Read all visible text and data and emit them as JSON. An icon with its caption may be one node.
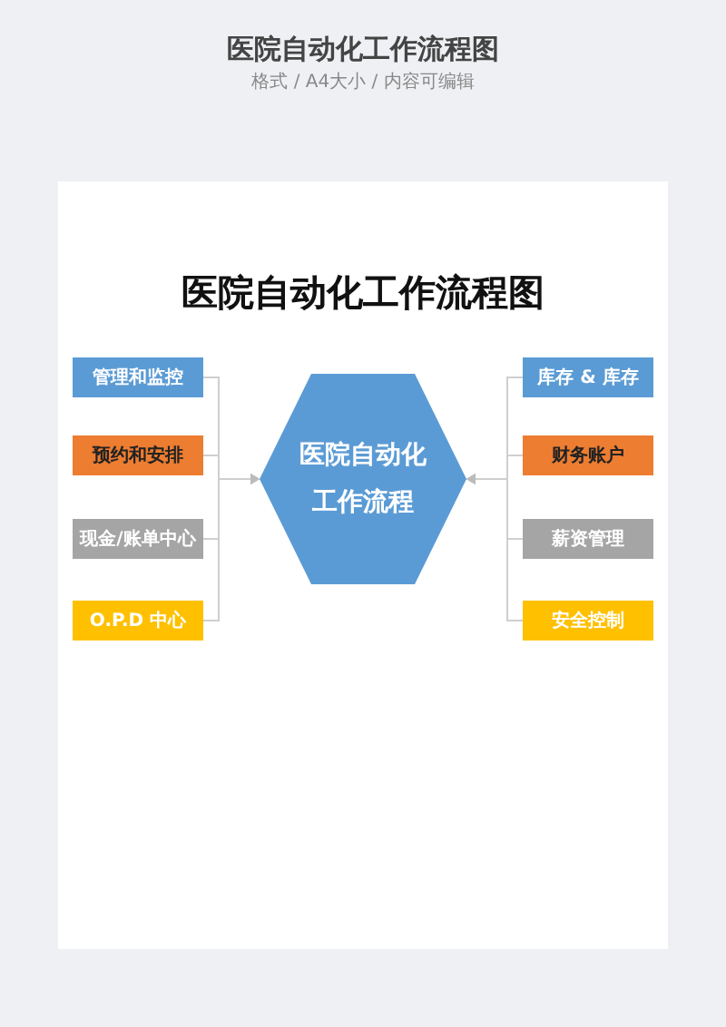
{
  "diagram": {
    "title": "医院自动化工作流程图",
    "nodes": [
      {
        "text": [
          "医院自动化工作流程"
        ]
      },
      {
        "text": [
          "管理和监控"
        ]
      },
      {
        "text": [
          "预约和安排"
        ]
      },
      {
        "text": [
          "现金/账单中心"
        ]
      },
      {
        "text": [
          "O.P.D 中心"
        ]
      },
      {
        "text": [
          "库存 & 库存"
        ]
      },
      {
        "text": [
          "财务账户"
        ]
      },
      {
        "text": [
          "薪资管理"
        ]
      },
      {
        "text": [
          "安全控制"
        ]
      }
    ],
    "edges": [
      {
        "from": 1,
        "to": 0,
        "arrow": "to"
      },
      {
        "from": 2,
        "to": 0,
        "arrow": "to"
      },
      {
        "from": 3,
        "to": 0,
        "arrow": "to"
      },
      {
        "from": 4,
        "to": 0,
        "arrow": "to"
      },
      {
        "from": 5,
        "to": 0,
        "arrow": "to"
      },
      {
        "from": 6,
        "to": 0,
        "arrow": "to"
      },
      {
        "from": 7,
        "to": 0,
        "arrow": "to"
      },
      {
        "from": 8,
        "to": 0,
        "arrow": "to"
      }
    ],
    "labels": [
      "医院自动化工作流程图",
      "格式 / A4大小 / 内容可编辑"
    ]
  }
}
